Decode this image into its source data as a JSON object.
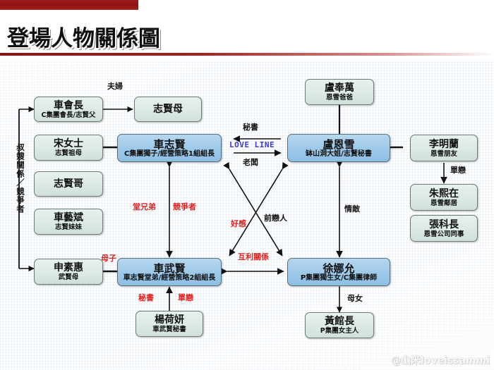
{
  "header": {
    "title": "登場人物關係圖"
  },
  "watermark": "@山米loveissammi",
  "colors": {
    "banner_red": "#8d1212",
    "accent_blue": "#9cc8e8",
    "plain_teal": "#dbe8e3",
    "label_red": "#e02020",
    "love_line_blue": "#3a3ad8"
  },
  "nodes": [
    {
      "id": "che-chairman",
      "name": "車會長",
      "sub": "C集團會長/志賢父",
      "style": "plain"
    },
    {
      "id": "jihyun-mother",
      "name": "志賢母",
      "sub": "",
      "style": "plain"
    },
    {
      "id": "song-lady",
      "name": "宋女士",
      "sub": "志賢祖母",
      "style": "plain"
    },
    {
      "id": "jihyun-bro",
      "name": "志賢哥",
      "sub": "",
      "style": "plain"
    },
    {
      "id": "che-yebin",
      "name": "車藝斌",
      "sub": "志賢妹妹",
      "style": "plain"
    },
    {
      "id": "shen-suhui",
      "name": "申素惠",
      "sub": "武賢母",
      "style": "plain"
    },
    {
      "id": "che-jihyun",
      "name": "車志賢",
      "sub": "C集團獨子/經營策略1組組長",
      "style": "accent"
    },
    {
      "id": "che-wuhyun",
      "name": "車武賢",
      "sub": "車志賢堂弟/經營策略2組組長",
      "style": "accent"
    },
    {
      "id": "yang-heyan",
      "name": "楊荷妍",
      "sub": "車武賢秘書",
      "style": "plain"
    },
    {
      "id": "lu-fengwan",
      "name": "盧奉萬",
      "sub": "恩雪爸爸",
      "style": "plain"
    },
    {
      "id": "lu-enxue",
      "name": "盧恩雪",
      "sub": "缽山洞大姐/志賢秘書",
      "style": "accent"
    },
    {
      "id": "xu-nayun",
      "name": "徐娜允",
      "sub": "P集團獨生女/C集團律師",
      "style": "accent"
    },
    {
      "id": "huang-curator",
      "name": "黃館長",
      "sub": "P集團女主人",
      "style": "plain"
    },
    {
      "id": "li-minglan",
      "name": "李明蘭",
      "sub": "恩雪朋友",
      "style": "plain"
    },
    {
      "id": "zhu-xizai",
      "name": "朱熙在",
      "sub": "恩雪鄰居",
      "style": "plain"
    },
    {
      "id": "zhang-chief",
      "name": "張科長",
      "sub": "恩雪公司同事",
      "style": "plain"
    }
  ],
  "edge_labels": [
    {
      "id": "couple",
      "text": "夫婦",
      "color": "black"
    },
    {
      "id": "uncle-inlaw",
      "text": "叔嫂關係／競爭者",
      "color": "black"
    },
    {
      "id": "secretary-top",
      "text": "秘書",
      "color": "black"
    },
    {
      "id": "love-line",
      "text": "LOVE LINE",
      "color": "blue"
    },
    {
      "id": "boss",
      "text": "老闆",
      "color": "black"
    },
    {
      "id": "cousins",
      "text": "堂兄弟",
      "color": "red"
    },
    {
      "id": "rivals",
      "text": "競爭者",
      "color": "red"
    },
    {
      "id": "goodwill",
      "text": "好感",
      "color": "red"
    },
    {
      "id": "ex-lover",
      "text": "前戀人",
      "color": "black"
    },
    {
      "id": "mutual",
      "text": "互利關係",
      "color": "red"
    },
    {
      "id": "love-rival",
      "text": "情敵",
      "color": "black"
    },
    {
      "id": "mother-son",
      "text": "母子",
      "color": "red"
    },
    {
      "id": "secretary-bot",
      "text": "秘書",
      "color": "red"
    },
    {
      "id": "crush-bot",
      "text": "單戀",
      "color": "red"
    },
    {
      "id": "mother-daughter",
      "text": "母女",
      "color": "black"
    },
    {
      "id": "crush-right",
      "text": "單戀",
      "color": "black"
    }
  ]
}
